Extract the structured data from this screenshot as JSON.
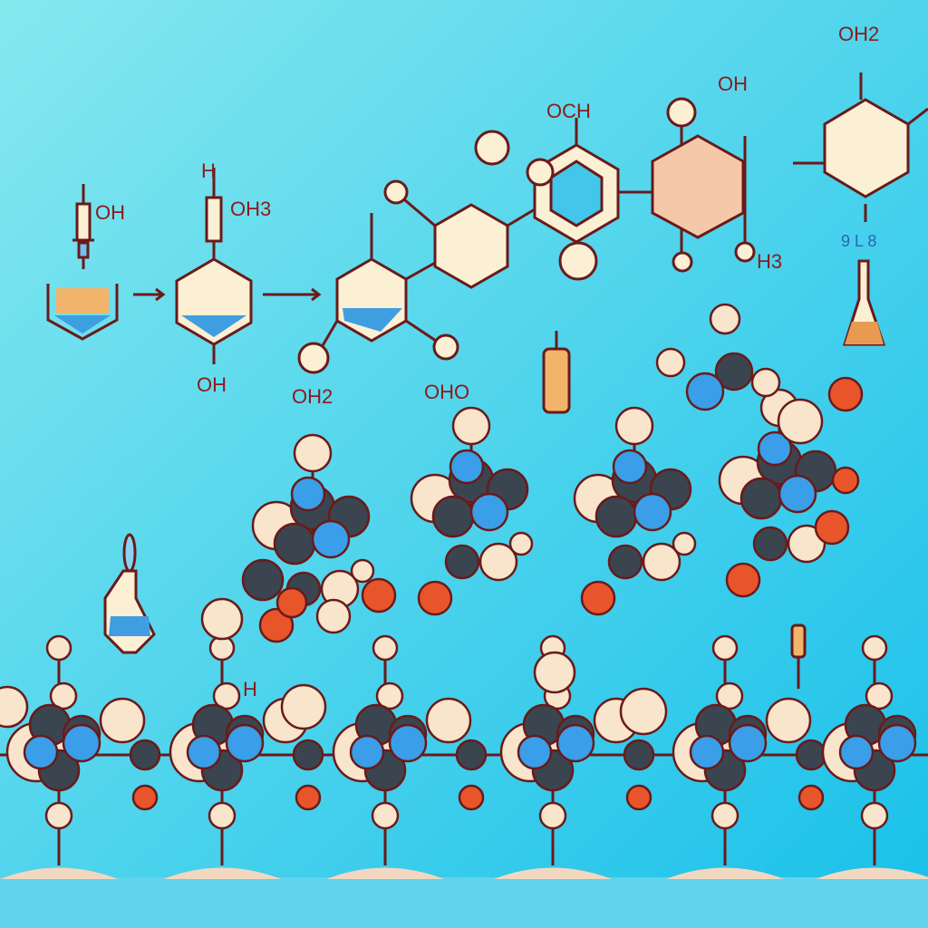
{
  "labels": {
    "syringe_oh": "OH",
    "ring1_top_h": "H",
    "ring1_oh3": "OH3",
    "ring1_oh": "OH",
    "ring2_oh2": "OH2",
    "ring2_oho": "OHO",
    "och": "OCH",
    "oh_mid": "OH",
    "oh2_right": "OH2",
    "h3": "H3",
    "small_code": "9 L 8",
    "bottom_h": "H"
  },
  "colors": {
    "background_top": "#7fe6ef",
    "background_bottom": "#1fc4ea",
    "atom_cream": "#f9e4cc",
    "atom_dark": "#3b4550",
    "atom_blue": "#3a9ee8",
    "atom_red": "#e8552a",
    "outline": "#6a1a1a",
    "ring_fill": "#fbefd4"
  }
}
